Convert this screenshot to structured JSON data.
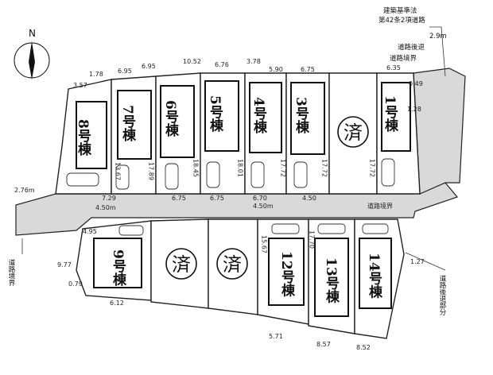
{
  "north": "N",
  "sold_mark": "済",
  "buildings": [
    {
      "id": "8",
      "label": "8号棟"
    },
    {
      "id": "7",
      "label": "7号棟"
    },
    {
      "id": "6",
      "label": "6号棟"
    },
    {
      "id": "5",
      "label": "5号棟"
    },
    {
      "id": "4",
      "label": "4号棟"
    },
    {
      "id": "3",
      "label": "3号棟"
    },
    {
      "id": "1",
      "label": "1号棟"
    },
    {
      "id": "9",
      "label": "9号棟"
    },
    {
      "id": "12",
      "label": "12号棟"
    },
    {
      "id": "13",
      "label": "13号棟"
    },
    {
      "id": "14",
      "label": "14号棟"
    }
  ],
  "road_labels": {
    "width_left": "2.76m",
    "width_main1": "4.50m",
    "width_main2": "4.50m",
    "road_line": "道路境界"
  },
  "notes": {
    "top_right_1": "建築基準法",
    "top_right_2": "第42条2項道路",
    "top_right_3": "2.9m",
    "top_right_4": "道路後退",
    "top_right_5": "道路境界",
    "left_note": "道路境界",
    "bottom_right": "道路後退部分"
  },
  "dims_top": [
    "1.78",
    "6.95",
    "6.95",
    "10.52",
    "6.76",
    "3.78",
    "5.90",
    "6.75",
    "6.35"
  ],
  "dims_mid": [
    "7.29",
    "6.75",
    "6.75",
    "6.70",
    "4.50"
  ],
  "dims_side": [
    "13.67",
    "17.89",
    "18.45",
    "18.01",
    "17.72",
    "17.72",
    "17.72",
    "15.67",
    "17.70"
  ],
  "dims_bottom": [
    "6.12",
    "5.71",
    "8.57",
    "8.52"
  ],
  "dims_misc": [
    "4.95",
    "9.77",
    "1.27",
    "0.79",
    "3.57",
    "1.28",
    "0.49"
  ]
}
